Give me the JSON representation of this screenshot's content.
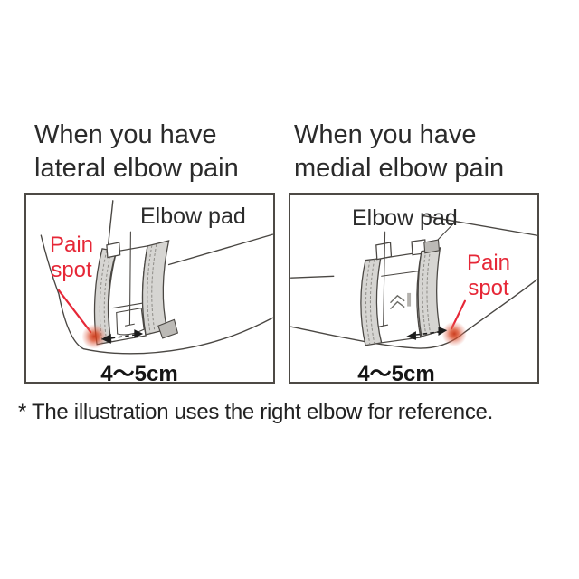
{
  "colors": {
    "text": "#2b2b2b",
    "accent_red": "#e62737",
    "line": "#4a4743",
    "strap_gray": "#d6d5d2",
    "panel_border": "#4d4a45",
    "pain_glow": "#d9441f",
    "bg": "#ffffff"
  },
  "headings": {
    "left": {
      "line1": "When you have",
      "line2": "lateral elbow pain"
    },
    "right": {
      "line1": "When you have",
      "line2": "medial elbow pain"
    }
  },
  "panels": {
    "left": {
      "elbow_pad_label": "Elbow pad",
      "pain_spot_line1": "Pain",
      "pain_spot_line2": "spot",
      "distance_label": "4〜5cm"
    },
    "right": {
      "elbow_pad_label": "Elbow pad",
      "pain_spot_line1": "Pain",
      "pain_spot_line2": "spot",
      "distance_label": "4〜5cm"
    }
  },
  "footnote": "* The illustration uses the right elbow for reference."
}
